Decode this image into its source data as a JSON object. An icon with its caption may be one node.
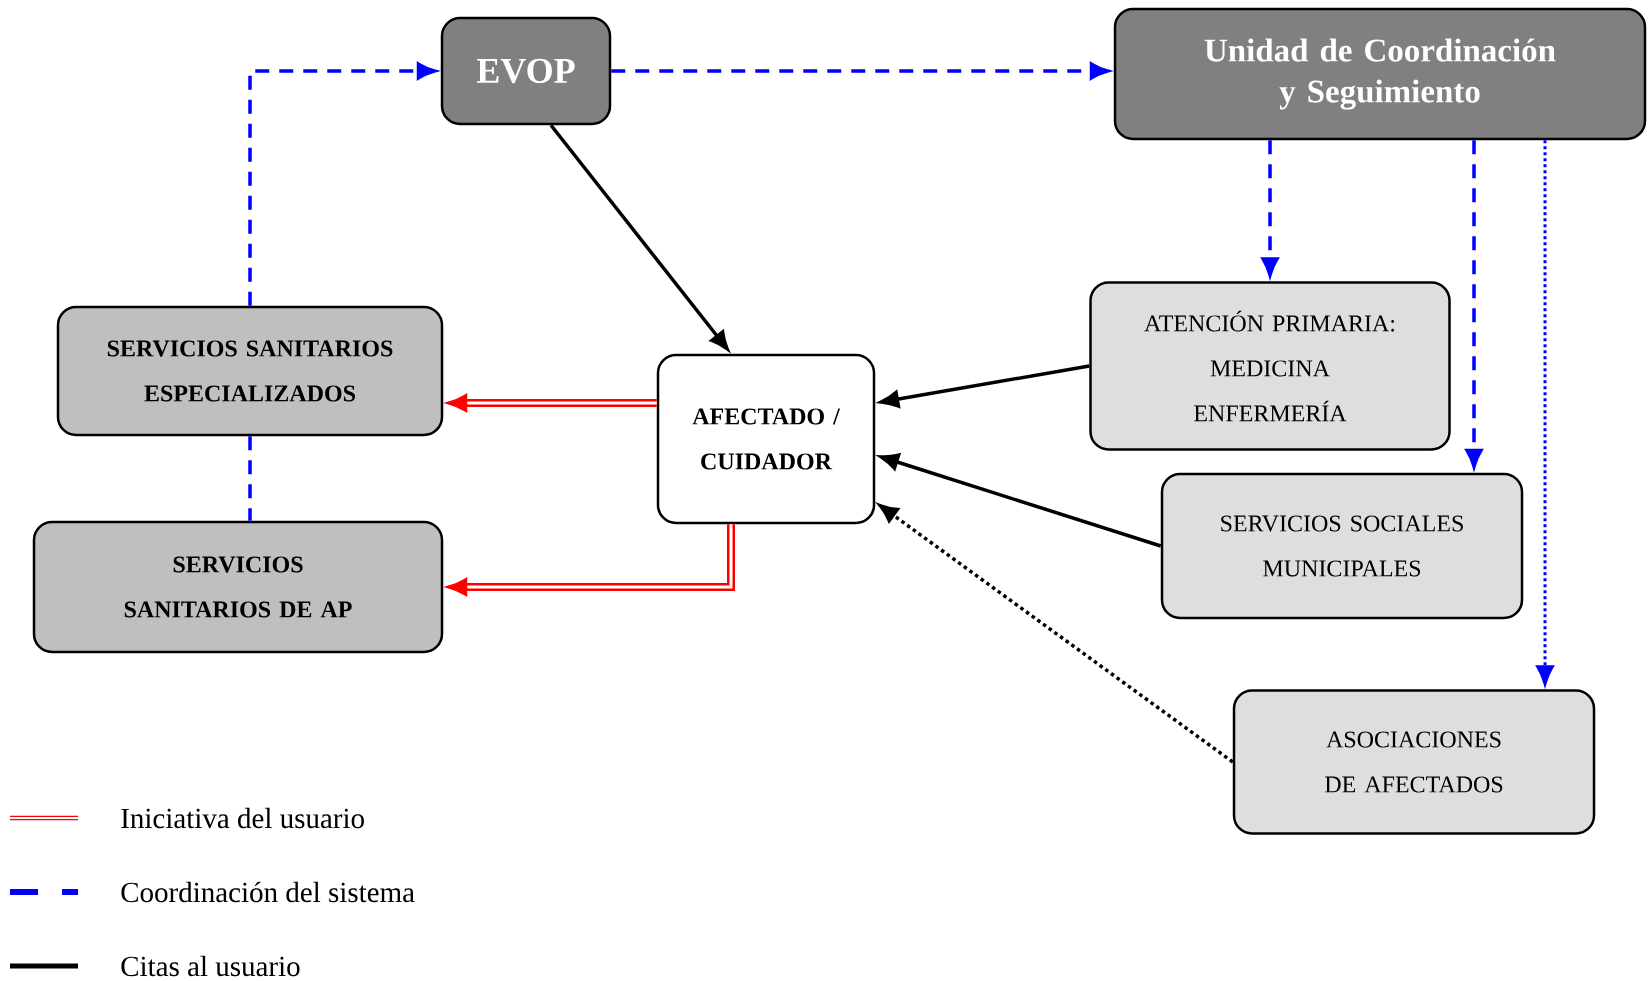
{
  "diagram": {
    "nodes": [
      {
        "text": [
          "EVOP"
        ]
      },
      {
        "text": [
          "Unidad de Coordinación y Seguimiento"
        ]
      },
      {
        "text": [
          "SERVICIOS SANITARIOS ESPECIALIZADOS"
        ]
      },
      {
        "text": [
          "SERVICIOS SANITARIOS DE AP"
        ]
      },
      {
        "text": [
          "AFECTADO / CUIDADOR"
        ]
      },
      {
        "text": [
          "ATENCIÓN PRIMARIA: MEDICINA ENFERMERÍA"
        ]
      },
      {
        "text": [
          "SERVICIOS SOCIALES MUNICIPALES"
        ]
      },
      {
        "text": [
          "ASOCIACIONES DE AFECTADOS"
        ]
      }
    ],
    "edges": [
      {
        "from": 2,
        "to": 0,
        "arrow": "to",
        "style": "dashed",
        "color": "#0000ff"
      },
      {
        "from": 0,
        "to": 1,
        "arrow": "to",
        "style": "dashed",
        "color": "#0000ff"
      },
      {
        "from": 2,
        "to": 3,
        "arrow": "none",
        "style": "dashed",
        "color": "#0000ff"
      },
      {
        "from": 0,
        "to": 4,
        "arrow": "to",
        "color": "#000000"
      },
      {
        "from": 4,
        "to": 2,
        "arrow": "to",
        "style": "thick",
        "color": "#ff0000"
      },
      {
        "from": 4,
        "to": 3,
        "arrow": "to",
        "style": "thick",
        "color": "#ff0000"
      },
      {
        "from": 5,
        "to": 4,
        "arrow": "to",
        "color": "#000000"
      },
      {
        "from": 6,
        "to": 4,
        "arrow": "to",
        "color": "#000000"
      },
      {
        "from": 7,
        "to": 4,
        "arrow": "to",
        "style": "dashed",
        "color": "#000000"
      },
      {
        "from": 1,
        "to": 5,
        "arrow": "to",
        "style": "dashed",
        "color": "#0000ff"
      },
      {
        "from": 1,
        "to": 6,
        "arrow": "to",
        "style": "dashed",
        "color": "#0000ff"
      },
      {
        "from": 1,
        "to": 7,
        "arrow": "to",
        "style": "dashed",
        "color": "#0000ff"
      }
    ],
    "legend": [
      {
        "text": "Iniciativa del usuario"
      },
      {
        "text": "Coordinación del sistema"
      },
      {
        "text": "Citas al usuario"
      }
    ]
  }
}
